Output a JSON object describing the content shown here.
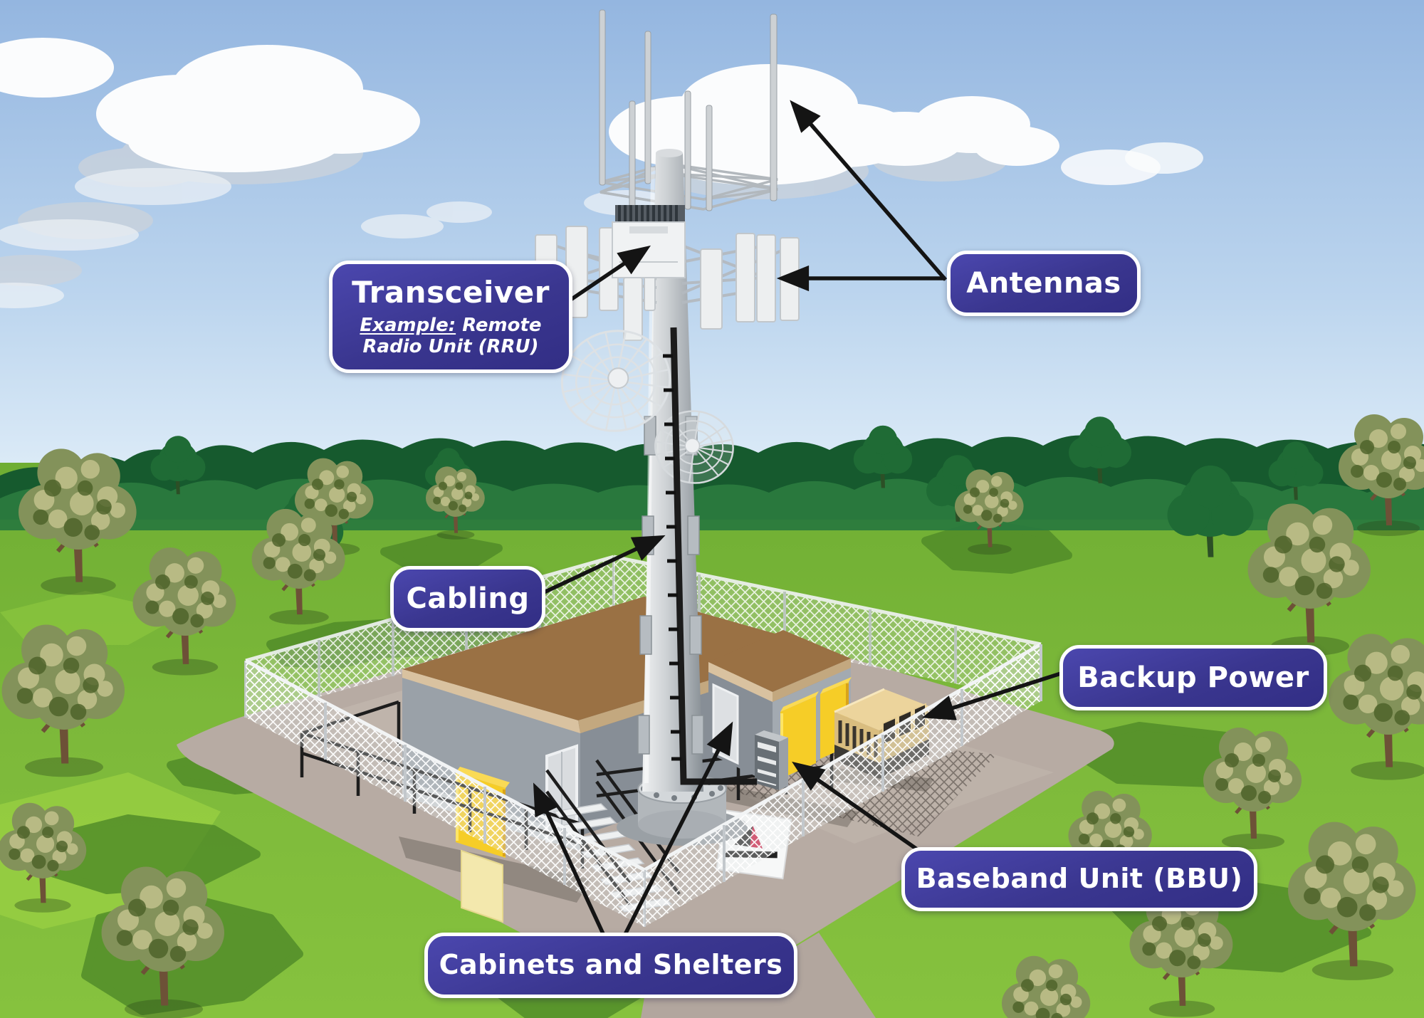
{
  "figure": {
    "subject": "Cell tower site components diagram",
    "style": "isometric illustration of a monopole cell site inside a fenced compound"
  },
  "labels": {
    "transceiver": {
      "title": "Transceiver",
      "example_label": "Example:",
      "example_rest": " Remote Radio Unit (RRU)"
    },
    "antennas": {
      "title": "Antennas"
    },
    "cabling": {
      "title": "Cabling"
    },
    "backup_power": {
      "title": "Backup Power"
    },
    "baseband_unit": {
      "title": "Baseband Unit (BBU)"
    },
    "cabinets_shelters": {
      "title": "Cabinets and Shelters"
    }
  },
  "colors": {
    "label_background": "#3d3a9c",
    "label_border": "#ffffff",
    "label_text": "#ffffff",
    "arrow": "#141414",
    "sky": "#a7c4e6",
    "grass": "#7cb83a",
    "gravel": "#b7aba3",
    "roof_brown": "#9a7144",
    "cabinet_yellow": "#f6cd27",
    "generator_tan": "#e6cd94",
    "steel_gray": "#c7cbcf",
    "forest_green": "#1a5f31"
  }
}
